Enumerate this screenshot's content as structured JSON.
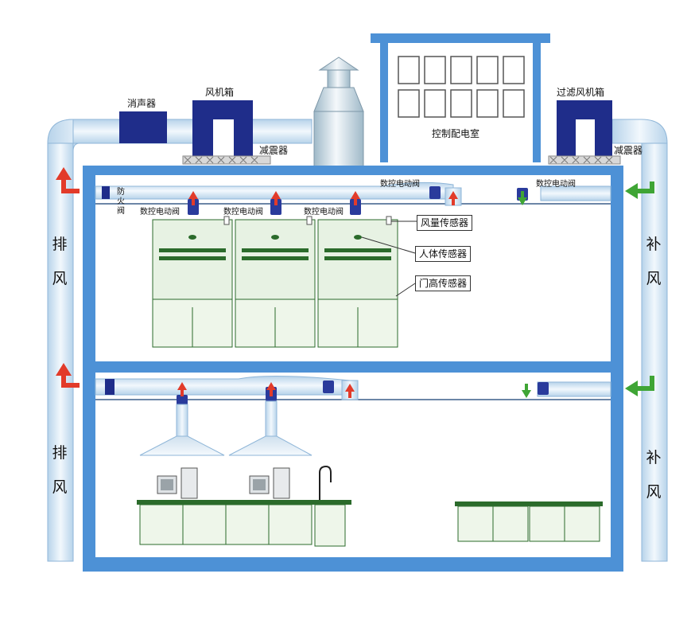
{
  "labels": {
    "silencer": "消声器",
    "fan_box": "风机箱",
    "damping_left": "减震器",
    "control_room": "控制配电室",
    "filter_fan_box": "过滤风机箱",
    "damping_right": "减震器",
    "fire_damper": "防火阀",
    "valve_upper_right": "数控电动阀",
    "valve_upper_far_right": "数控电动阀",
    "valve_hood_1": "数控电动阀",
    "valve_hood_2": "数控电动阀",
    "valve_hood_3": "数控电动阀",
    "airflow_sensor": "风量传感器",
    "body_sensor": "人体传感器",
    "sash_sensor": "门高传感器",
    "exhaust_upper_1": "排",
    "exhaust_upper_2": "风",
    "exhaust_lower_1": "排",
    "exhaust_lower_2": "风",
    "supply_upper_1": "补",
    "supply_upper_2": "风",
    "supply_lower_1": "补",
    "supply_lower_2": "风"
  },
  "colors": {
    "duct": "#dcebf7",
    "duct_edge": "#8fb6d8",
    "frame": "#4d91d6",
    "frame_light": "#7fb2e6",
    "fan_box": "#1f2d8a",
    "exhaust_arrow": "#e23b2a",
    "supply_arrow": "#3fa535",
    "cabinet": "#e7f2e3",
    "cabinet_edge": "#2b6b2b"
  }
}
